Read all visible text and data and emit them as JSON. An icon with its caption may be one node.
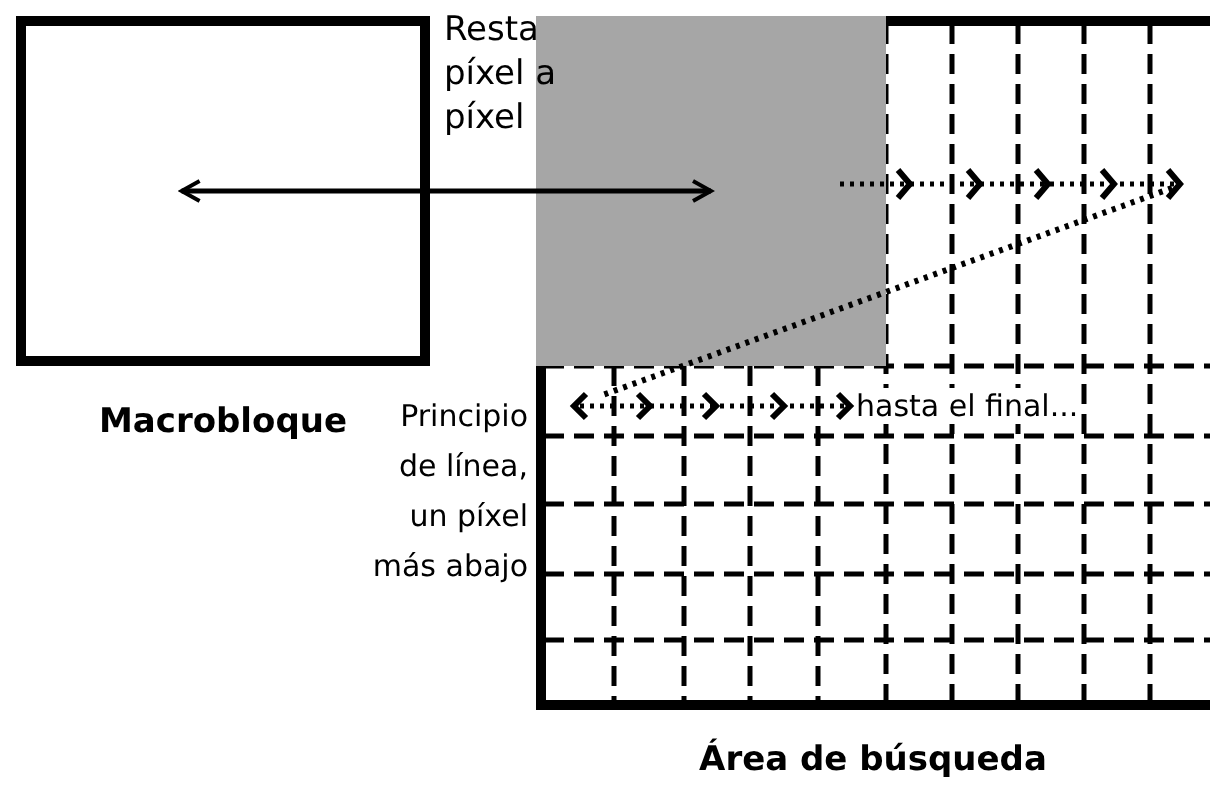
{
  "diagram": {
    "nodes": [
      {
        "text": [
          "Macrobloque"
        ]
      },
      {
        "text": [
          "Área de búsqueda"
        ]
      },
      {
        "text": [],
        "shape": "box",
        "in": 1
      }
    ],
    "edges": [
      {
        "from": 0,
        "to": 2,
        "arrow": "both",
        "label": "Resta píxel a píxel"
      }
    ],
    "labels": [
      "Principio de línea, un píxel más abajo",
      "hasta el final..."
    ]
  }
}
